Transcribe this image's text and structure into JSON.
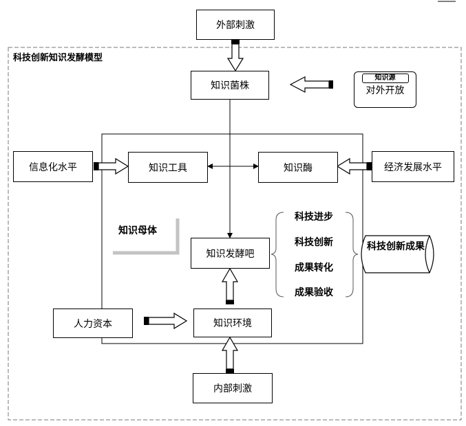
{
  "outer_label": "科技创新知识发酵模型",
  "nodes": {
    "external_stimulus": "外部刺激",
    "knowledge_strain": "知识菌株",
    "knowledge_source_title": "知识源",
    "knowledge_source_text": "对外开放",
    "informatization": "信息化水平",
    "knowledge_tools": "知识工具",
    "knowledge_enzyme": "知识酶",
    "economic_level": "经济发展水平",
    "knowledge_matrix": "知识母体",
    "fermentation_bar": "知识发酵吧",
    "human_capital": "人力资本",
    "knowledge_environment": "知识环境",
    "internal_stimulus": "内部刺激",
    "innovation_results": "科技创新成果"
  },
  "brace_items": [
    "科技进步",
    "科技创新",
    "成果转化",
    "成果验收"
  ]
}
